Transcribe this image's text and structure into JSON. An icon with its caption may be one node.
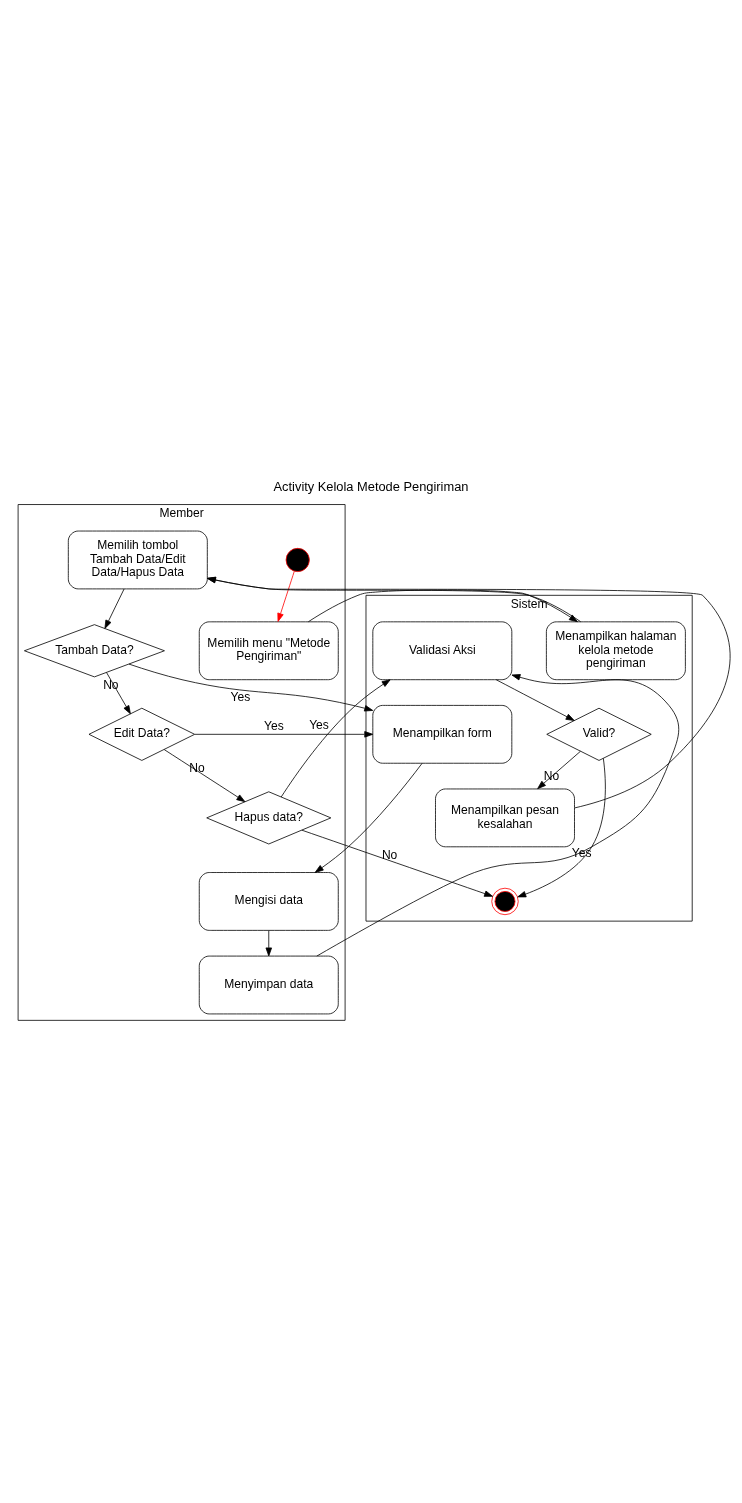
{
  "diagram": {
    "title": "Activity Kelola Metode Pengiriman",
    "nodes": [
      {
        "text": [
          "Member"
        ]
      },
      {
        "text": [
          "Sistem"
        ]
      },
      {
        "text": [],
        "shape": "circle",
        "in": 0
      },
      {
        "text": [
          "Memilih menu \"Metode Pengiriman\""
        ],
        "in": 0
      },
      {
        "text": [
          "Menampilkan halaman kelola metode pengiriman"
        ],
        "in": 1
      },
      {
        "text": [
          "Memilih tombol Tambah Data/Edit Data/Hapus Data"
        ],
        "in": 0
      },
      {
        "text": [
          "Menampilkan form"
        ],
        "in": 1
      },
      {
        "text": [
          "Tambah Data?"
        ],
        "in": 0
      },
      {
        "text": [
          "Edit Data?"
        ],
        "in": 0
      },
      {
        "text": [
          "Hapus data?"
        ],
        "in": 0
      },
      {
        "text": [
          "Validasi Aksi"
        ],
        "in": 1
      },
      {
        "text": [
          "Mengisi data"
        ],
        "in": 0
      },
      {
        "text": [
          "Valid?"
        ],
        "in": 1
      },
      {
        "text": [
          "Menyimpan data"
        ],
        "in": 0
      },
      {
        "text": [
          "Menampilkan pesan kesalahan"
        ],
        "in": 1
      },
      {
        "text": [],
        "shape": "circle",
        "in": 1
      }
    ],
    "edges": [
      {
        "from": 2,
        "to": 3,
        "arrow": "to",
        "color": "#ff0000"
      },
      {
        "from": 3,
        "to": 4,
        "arrow": "to"
      },
      {
        "from": 4,
        "to": 5,
        "arrow": "to"
      },
      {
        "from": 5,
        "to": 7,
        "arrow": "to"
      },
      {
        "from": 7,
        "to": 6,
        "arrow": "to",
        "label": "Yes"
      },
      {
        "from": 7,
        "to": 8,
        "arrow": "to",
        "label": "No"
      },
      {
        "from": 8,
        "to": 6,
        "arrow": "to",
        "label": "Yes"
      },
      {
        "from": 8,
        "to": 9,
        "arrow": "to",
        "label": "No"
      },
      {
        "from": 9,
        "to": 10,
        "arrow": "to",
        "label": "Yes"
      },
      {
        "from": 9,
        "to": 15,
        "arrow": "to",
        "label": "No"
      },
      {
        "from": 6,
        "to": 11,
        "arrow": "to"
      },
      {
        "from": 11,
        "to": 13,
        "arrow": "to"
      },
      {
        "from": 13,
        "to": 10,
        "arrow": "to"
      },
      {
        "from": 10,
        "to": 12,
        "arrow": "to"
      },
      {
        "from": 12,
        "to": 15,
        "arrow": "to",
        "label": "Yes"
      },
      {
        "from": 12,
        "to": 14,
        "arrow": "to",
        "label": "No"
      },
      {
        "from": 14,
        "to": 5,
        "arrow": "to"
      }
    ]
  }
}
